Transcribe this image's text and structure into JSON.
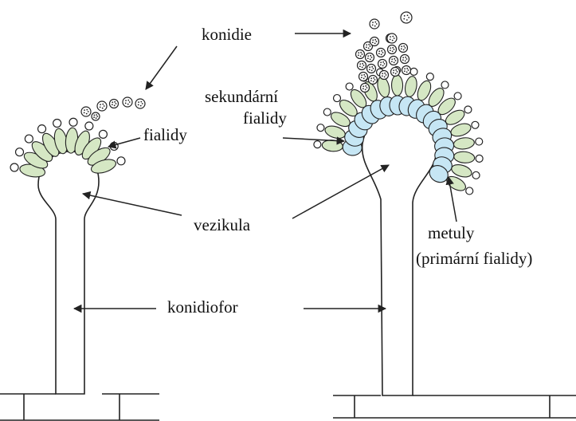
{
  "labels": {
    "konidie": "konidie",
    "fialidy": "fialidy",
    "sekundarni_line1": "sekundární",
    "sekundarni_line2": "fialidy",
    "vezikula": "vezikula",
    "metuly_line1": "metuly",
    "metuly_line2": "(primární fialidy)",
    "konidiofor": "konidiofor"
  },
  "colors": {
    "phialide_green": "#d5e7c4",
    "metula_blue": "#c6e6f4",
    "outline": "#222222"
  }
}
